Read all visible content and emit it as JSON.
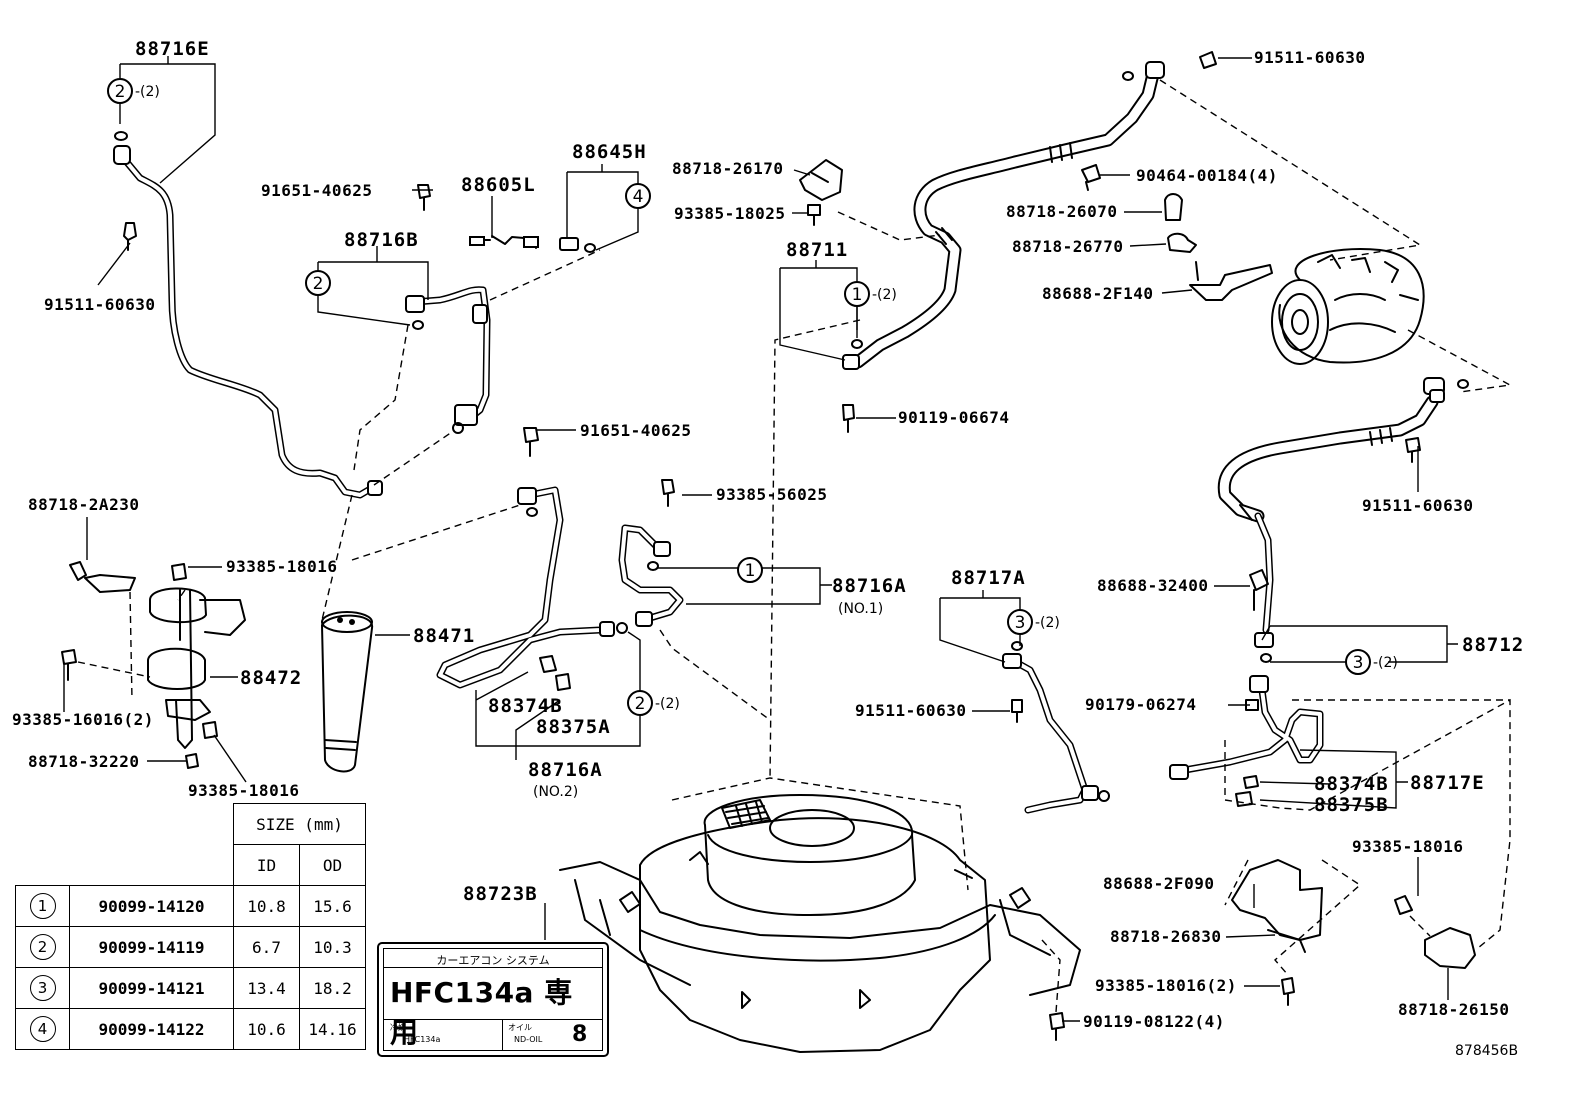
{
  "callouts": {
    "p88716E": "88716E",
    "p91511_60630_a": "91511-60630",
    "p91651_40625_a": "91651-40625",
    "p88716B": "88716B",
    "p88605L": "88605L",
    "p88645H": "88645H",
    "p88718_26170": "88718-26170",
    "p93385_18025": "93385-18025",
    "p88711": "88711",
    "p90119_06674": "90119-06674",
    "p91511_60630_b": "91511-60630",
    "p90464_00184": "90464-00184(4)",
    "p88718_26070": "88718-26070",
    "p88718_26770": "88718-26770",
    "p88688_2F140": "88688-2F140",
    "p91511_60630_c": "91511-60630",
    "p88718_2A230": "88718-2A230",
    "p93385_18016_a": "93385-18016",
    "p88472": "88472",
    "p93385_16016": "93385-16016(2)",
    "p88718_32220": "88718-32220",
    "p93385_18016_b": "93385-18016",
    "p88471": "88471",
    "p91651_40625_b": "91651-40625",
    "p93385_56025": "93385-56025",
    "p88716A_1": "88716A",
    "p88716A_1_sub": "(NO.1)",
    "p88374B_a": "88374B",
    "p88375A": "88375A",
    "p88716A_2": "88716A",
    "p88716A_2_sub": "(NO.2)",
    "p88717A": "88717A",
    "p91511_60630_d": "91511-60630",
    "p88688_32400": "88688-32400",
    "p88712": "88712",
    "p90179_06274": "90179-06274",
    "p88374B_b": "88374B",
    "p88375B": "88375B",
    "p88717E": "88717E",
    "p88723B": "88723B",
    "p93385_18016_c": "93385-18016",
    "p88688_2F090": "88688-2F090",
    "p88718_26830": "88718-26830",
    "p93385_18016_2": "93385-18016(2)",
    "p90119_08122": "90119-08122(4)",
    "p88718_26150": "88718-26150",
    "drawing_no": "878456B"
  },
  "markers": {
    "m_e": "2",
    "m_e_qty": "-(2)",
    "m_b": "2",
    "m_h": "4",
    "m_711": "1",
    "m_711_qty": "-(2)",
    "m_a1": "1",
    "m_a2": "2",
    "m_a2_qty": "-(2)",
    "m_717": "3",
    "m_717_qty": "-(2)",
    "m_712": "3",
    "m_712_qty": "-(2)"
  },
  "size_table": {
    "header": "SIZE (mm)",
    "col_id": "ID",
    "col_od": "OD",
    "rows": [
      {
        "mark": "1",
        "part": "90099-14120",
        "id": "10.8",
        "od": "15.6"
      },
      {
        "mark": "2",
        "part": "90099-14119",
        "id": "6.7",
        "od": "10.3"
      },
      {
        "mark": "3",
        "part": "90099-14121",
        "id": "13.4",
        "od": "18.2"
      },
      {
        "mark": "4",
        "part": "90099-14122",
        "id": "10.6",
        "od": "14.16"
      }
    ]
  },
  "label": {
    "top": "カーエアコン  システム",
    "main": "HFC134a 専 用",
    "refrigerant_label": "冷媒",
    "refrigerant_value": "HFC134a",
    "oil_label": "オイル",
    "oil_value": "ND-OIL",
    "oil_qty": "8"
  }
}
